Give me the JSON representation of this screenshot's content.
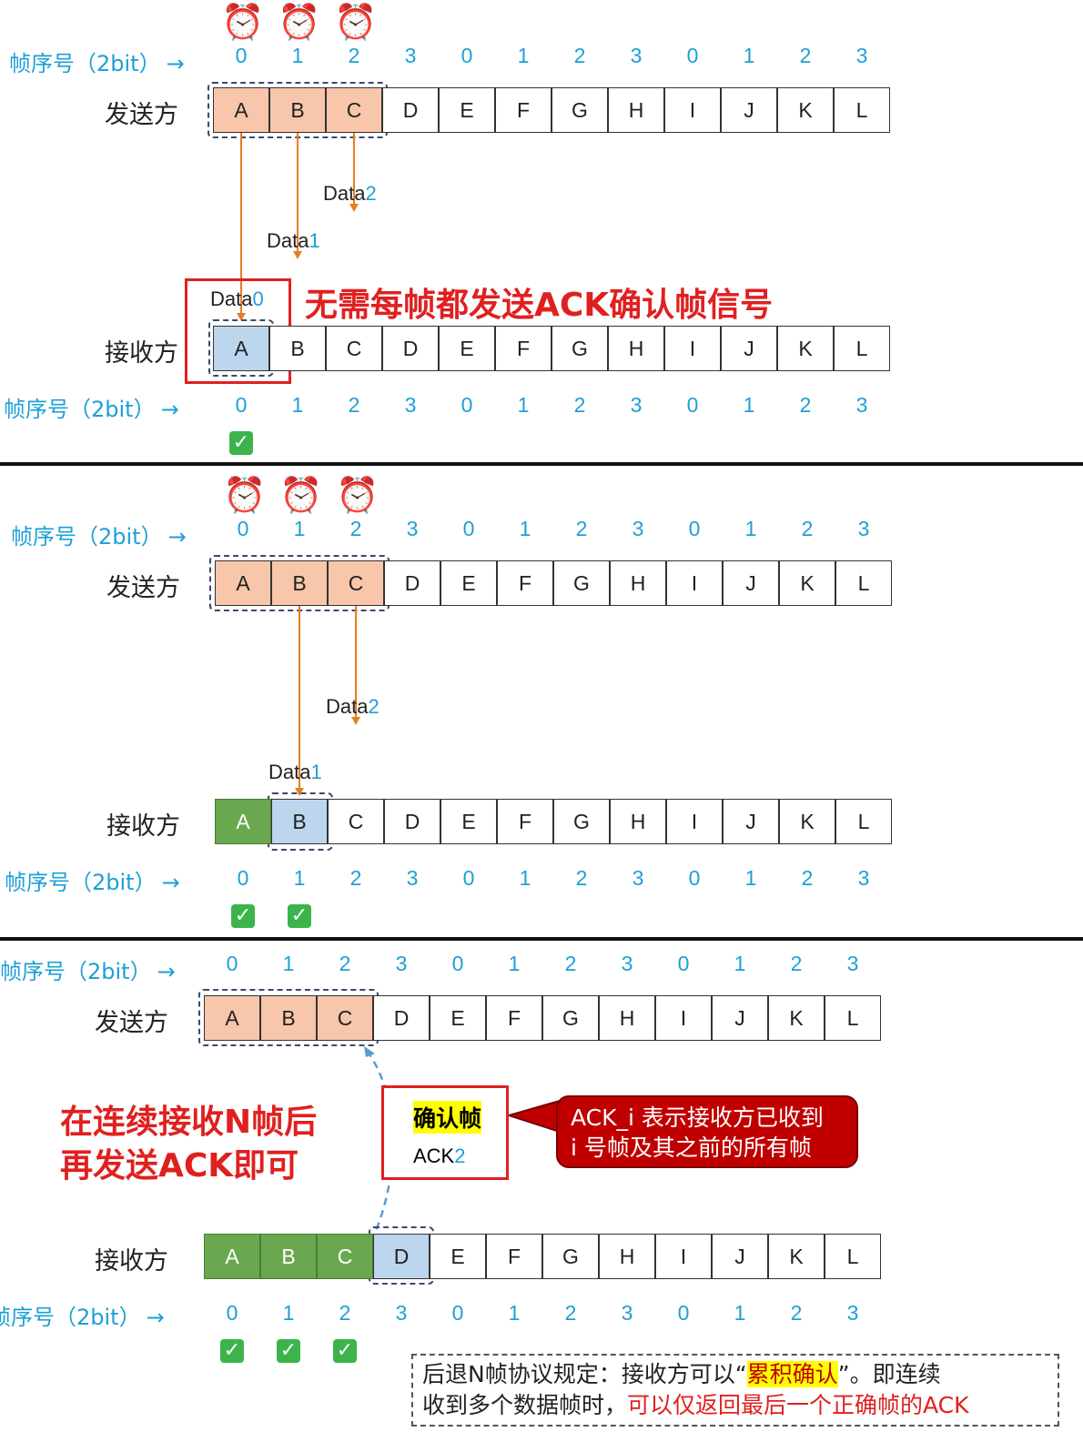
{
  "seq_label": "帧序号（2bit）",
  "seq_arrow": "→",
  "sender_label": "发送方",
  "receiver_label": "接收方",
  "frames": [
    "A",
    "B",
    "C",
    "D",
    "E",
    "F",
    "G",
    "H",
    "I",
    "J",
    "K",
    "L"
  ],
  "seq_numbers": [
    "0",
    "1",
    "2",
    "3",
    "0",
    "1",
    "2",
    "3",
    "0",
    "1",
    "2",
    "3"
  ],
  "clock_icon": "⏰",
  "check_icon": "✓",
  "colors": {
    "seq_blue": "#1ea0d6",
    "sent_fill": "#f8c6aa",
    "current_fill": "#bcd6ee",
    "acked_fill": "#6aa84f",
    "data_arrow": "#e67e22",
    "ack_arrow": "#5b9bd5",
    "alert_red": "#e02020"
  },
  "panel1": {
    "title": "无需每帧都发送ACK确认帧信号",
    "data_labels": [
      {
        "text": "Data",
        "num": "0"
      },
      {
        "text": "Data",
        "num": "1"
      },
      {
        "text": "Data",
        "num": "2"
      }
    ],
    "receiver_acked": 0,
    "receiver_current": "A",
    "checks": 1
  },
  "panel2": {
    "data_labels": [
      {
        "text": "Data",
        "num": "1"
      },
      {
        "text": "Data",
        "num": "2"
      }
    ],
    "receiver_acked": 1,
    "receiver_current": "B",
    "checks": 2
  },
  "panel3": {
    "title_line1": "在连续接收N帧后",
    "title_line2": "再发送ACK即可",
    "ack_box_title": "确认帧",
    "ack_box_text": "ACK",
    "ack_box_num": "2",
    "callout_line1": "ACK_i 表示接收方已收到",
    "callout_line2": "i 号帧及其之前的所有帧",
    "receiver_acked": 3,
    "receiver_current": "D",
    "checks": 3,
    "note_part1": "后退N帧协议规定：接收方可以“",
    "note_highlight": "累积确认",
    "note_part2": "”。即连续",
    "note_part3": "收到多个数据帧时，",
    "note_red": "可以仅返回最后一个正确帧的ACK"
  }
}
